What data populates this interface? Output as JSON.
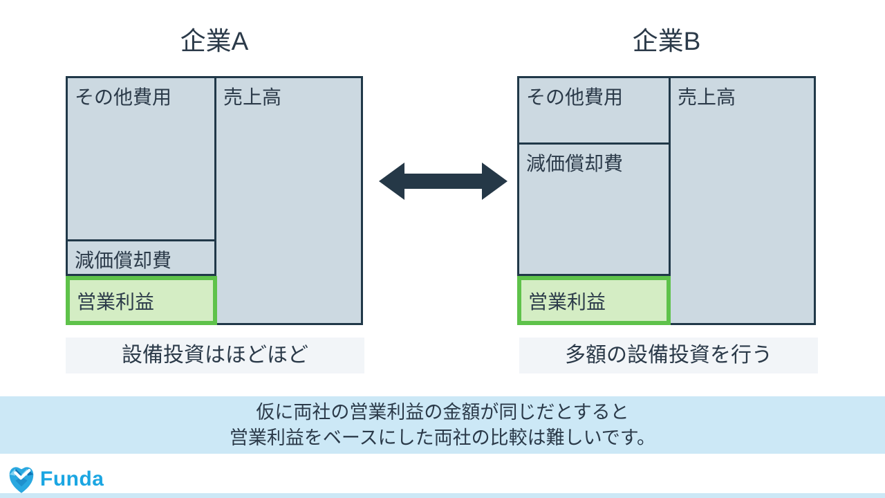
{
  "colors": {
    "box_fill": "#ccd9e1",
    "box_border": "#203848",
    "profit_fill": "#d4edc4",
    "profit_border": "#5ec24a",
    "text_dark": "#2b3a49",
    "caption_bg": "#f2f5f8",
    "banner_bg": "#cce8f6",
    "arrow_color": "#253847",
    "brand_blue": "#1ba6e2"
  },
  "companies": [
    {
      "title": "企業A",
      "caption": "設備投資はほどほど",
      "left_column": {
        "other_expenses": "その他費用",
        "depreciation": "減価償却費",
        "operating_profit": "営業利益"
      },
      "right_column": {
        "sales": "売上高"
      }
    },
    {
      "title": "企業B",
      "caption": "多額の設備投資を行う",
      "left_column": {
        "other_expenses": "その他費用",
        "depreciation": "減価償却費",
        "operating_profit": "営業利益"
      },
      "right_column": {
        "sales": "売上高"
      }
    }
  ],
  "banner": {
    "line1": "仮に両社の営業利益の金額が同じだとすると",
    "line2": "営業利益をベースにした両社の比較は難しいです。"
  },
  "logo": {
    "text": "Funda"
  }
}
